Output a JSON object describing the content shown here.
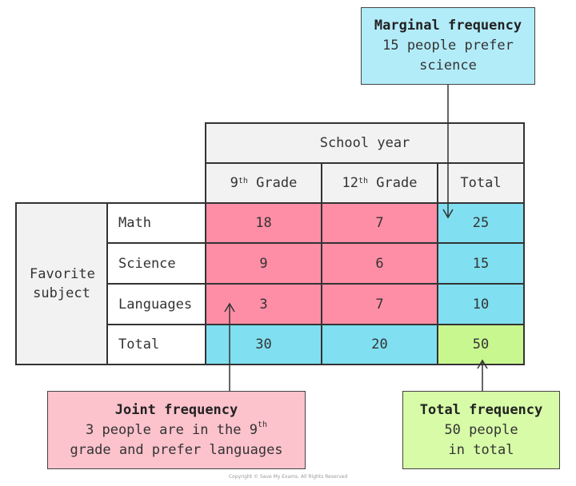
{
  "table": {
    "header": "School year",
    "col_labels": {
      "grade9_base": "9",
      "grade9_sup": "th",
      "grade9_suffix": " Grade",
      "grade12_base": "12",
      "grade12_sup": "th",
      "grade12_suffix": " Grade",
      "total": "Total"
    },
    "row_group_label": "Favorite subject",
    "rows": [
      {
        "label": "Math",
        "g9": "18",
        "g12": "7",
        "total": "25"
      },
      {
        "label": "Science",
        "g9": "9",
        "g12": "6",
        "total": "15"
      },
      {
        "label": "Languages",
        "g9": "3",
        "g12": "7",
        "total": "10"
      },
      {
        "label": "Total",
        "g9": "30",
        "g12": "20",
        "total": "50"
      }
    ]
  },
  "callouts": {
    "marginal": {
      "title": "Marginal frequency",
      "line1": "15 people prefer",
      "line2": "science"
    },
    "joint": {
      "title": "Joint frequency",
      "line1_pre": "3 people are in the 9",
      "line1_sup": "th",
      "line2": "grade and prefer languages"
    },
    "total": {
      "title": "Total frequency",
      "line1": "50 people",
      "line2": "in total"
    }
  },
  "colors": {
    "joint_cells": "#fd8ea6",
    "marginal_cells": "#80dff0",
    "grand_total": "#c9f78f",
    "header_cells": "#f2f2f2",
    "marginal_callout": "#b3ecf9",
    "joint_callout": "#fcc3cc",
    "total_callout": "#d7fba7"
  },
  "copyright": "Copyright © Save My Exams. All Rights Reserved"
}
